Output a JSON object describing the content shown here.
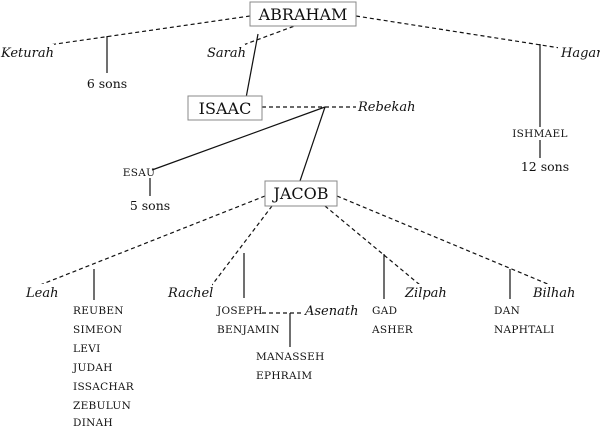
{
  "patriarchs": {
    "abraham": "ABRAHAM",
    "isaac": "ISAAC",
    "jacob": "JACOB"
  },
  "wives": {
    "keturah": "Keturah",
    "sarah": "Sarah",
    "hagar": "Hagar",
    "rebekah": "Rebekah",
    "leah": "Leah",
    "rachel": "Rachel",
    "zilpah": "Zilpah",
    "bilhah": "Bilhah",
    "asenath": "Asenath"
  },
  "children": {
    "keturah_sons": "6 sons",
    "ishmael": "ISHMAEL",
    "ishmael_sons": "12 sons",
    "esau": "ESAU",
    "esau_sons": "5 sons",
    "leah": [
      "REUBEN",
      "SIMEON",
      "LEVI",
      "JUDAH",
      "ISSACHAR",
      "ZEBULUN",
      "DINAH"
    ],
    "rachel": [
      "JOSEPH",
      "BENJAMIN"
    ],
    "joseph": [
      "MANASSEH",
      "EPHRAIM"
    ],
    "zilpah": [
      "GAD",
      "ASHER"
    ],
    "bilhah": [
      "DAN",
      "NAPHTALI"
    ]
  }
}
